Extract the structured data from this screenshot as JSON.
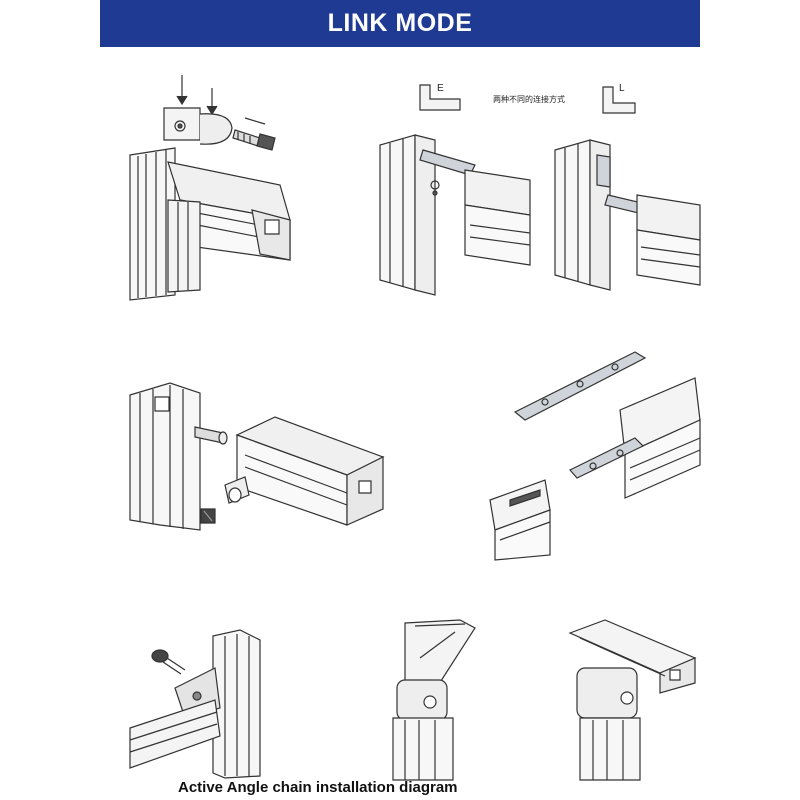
{
  "header": {
    "title": "LINK MODE",
    "background": "#1f3a93",
    "text_color": "#ffffff"
  },
  "panels": {
    "two_methods": {
      "label_e": "E",
      "label_l": "L",
      "label_center": "两种不同的连接方式"
    }
  },
  "caption": "Active Angle chain installation diagram",
  "icons": [
    "arrow-down-icon",
    "screw-icon",
    "bracket-icon",
    "connector-plate-icon",
    "hinge-icon",
    "set-screw-icon",
    "anchor-pin-icon",
    "strip-nut-icon"
  ]
}
